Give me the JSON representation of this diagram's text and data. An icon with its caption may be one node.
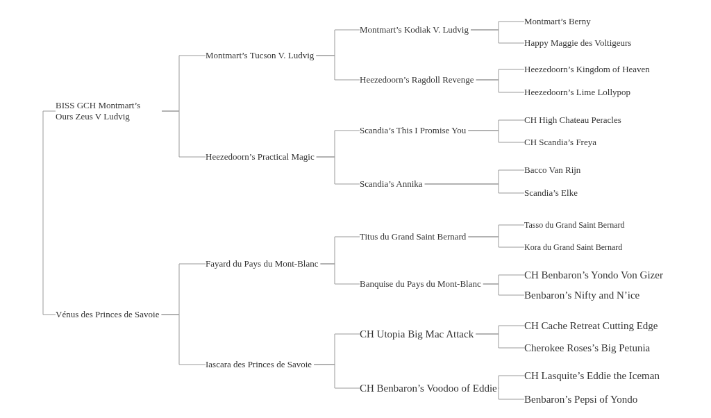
{
  "diagram": {
    "nodes": [
      {
        "text": [
          "BISS GCH Montmart’s Ours Zeus V Ludvig"
        ]
      },
      {
        "text": [
          "Vénus des Princes de Savoie"
        ]
      },
      {
        "text": [
          "Montmart’s Tucson V. Ludvig"
        ]
      },
      {
        "text": [
          "Heezedoorn’s Practical Magic"
        ]
      },
      {
        "text": [
          "Fayard du Pays du Mont-Blanc"
        ]
      },
      {
        "text": [
          "Iascara des Princes de Savoie"
        ]
      },
      {
        "text": [
          "Montmart’s Kodiak V. Ludvig"
        ]
      },
      {
        "text": [
          "Heezedoorn’s Ragdoll Revenge"
        ]
      },
      {
        "text": [
          "Scandia’s This I Promise You"
        ]
      },
      {
        "text": [
          "Scandia’s Annika"
        ]
      },
      {
        "text": [
          "Titus du Grand Saint Bernard"
        ]
      },
      {
        "text": [
          "Banquise du Pays du Mont-Blanc"
        ]
      },
      {
        "text": [
          "CH Utopia Big Mac Attack"
        ]
      },
      {
        "text": [
          "CH Benbaron’s Voodoo of Eddie"
        ]
      },
      {
        "text": [
          "Montmart’s Berny"
        ]
      },
      {
        "text": [
          "Happy Maggie des Voltigeurs"
        ]
      },
      {
        "text": [
          "Heezedoorn’s Kingdom of Heaven"
        ]
      },
      {
        "text": [
          "Heezedoorn’s Lime Lollypop"
        ]
      },
      {
        "text": [
          "CH High Chateau Peracles"
        ]
      },
      {
        "text": [
          "CH Scandia’s Freya"
        ]
      },
      {
        "text": [
          "Bacco Van Rijn"
        ]
      },
      {
        "text": [
          "Scandia’s Elke"
        ]
      },
      {
        "text": [
          "Tasso du Grand Saint Bernard"
        ]
      },
      {
        "text": [
          "Kora du Grand Saint Bernard"
        ]
      },
      {
        "text": [
          "CH Benbaron’s Yondo Von Gizer"
        ]
      },
      {
        "text": [
          "Benbaron’s Nifty and N’ice"
        ]
      },
      {
        "text": [
          "CH Cache Retreat Cutting Edge"
        ]
      },
      {
        "text": [
          "Cherokee Roses’s Big Petunia"
        ]
      },
      {
        "text": [
          "CH Lasquite’s Eddie the Iceman"
        ]
      },
      {
        "text": [
          "Benbaron’s Pepsi of Yondo"
        ]
      }
    ],
    "edges": [
      {
        "from": 0,
        "to": 1,
        "arrow": "none"
      },
      {
        "from": 0,
        "to": 2,
        "arrow": "none"
      },
      {
        "from": 0,
        "to": 3,
        "arrow": "none"
      },
      {
        "from": 1,
        "to": 4,
        "arrow": "none"
      },
      {
        "from": 1,
        "to": 5,
        "arrow": "none"
      },
      {
        "from": 2,
        "to": 6,
        "arrow": "none"
      },
      {
        "from": 2,
        "to": 7,
        "arrow": "none"
      },
      {
        "from": 3,
        "to": 8,
        "arrow": "none"
      },
      {
        "from": 3,
        "to": 9,
        "arrow": "none"
      },
      {
        "from": 4,
        "to": 10,
        "arrow": "none"
      },
      {
        "from": 4,
        "to": 11,
        "arrow": "none"
      },
      {
        "from": 5,
        "to": 12,
        "arrow": "none"
      },
      {
        "from": 5,
        "to": 13,
        "arrow": "none"
      },
      {
        "from": 6,
        "to": 14,
        "arrow": "none"
      },
      {
        "from": 6,
        "to": 15,
        "arrow": "none"
      },
      {
        "from": 7,
        "to": 16,
        "arrow": "none"
      },
      {
        "from": 7,
        "to": 17,
        "arrow": "none"
      },
      {
        "from": 8,
        "to": 18,
        "arrow": "none"
      },
      {
        "from": 8,
        "to": 19,
        "arrow": "none"
      },
      {
        "from": 9,
        "to": 20,
        "arrow": "none"
      },
      {
        "from": 9,
        "to": 21,
        "arrow": "none"
      },
      {
        "from": 10,
        "to": 22,
        "arrow": "none"
      },
      {
        "from": 10,
        "to": 23,
        "arrow": "none"
      },
      {
        "from": 11,
        "to": 24,
        "arrow": "none"
      },
      {
        "from": 11,
        "to": 25,
        "arrow": "none"
      },
      {
        "from": 12,
        "to": 26,
        "arrow": "none"
      },
      {
        "from": 12,
        "to": 27,
        "arrow": "none"
      },
      {
        "from": 13,
        "to": 28,
        "arrow": "none"
      },
      {
        "from": 13,
        "to": 29,
        "arrow": "none"
      }
    ]
  }
}
